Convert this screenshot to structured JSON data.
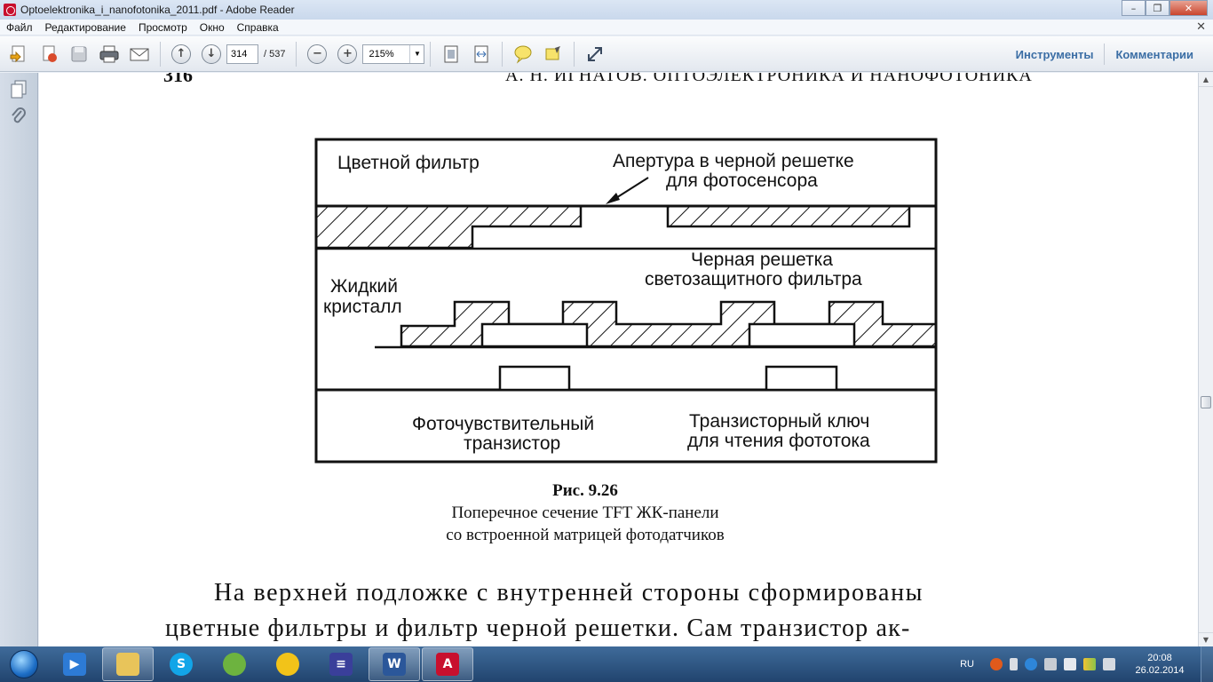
{
  "window": {
    "title": "Optoelektronika_i_nanofotonika_2011.pdf - Adobe Reader"
  },
  "menu": {
    "items": [
      "Файл",
      "Редактирование",
      "Просмотр",
      "Окно",
      "Справка"
    ]
  },
  "toolbar": {
    "page_current": "314",
    "page_total": "/  537",
    "zoom": "215%",
    "tools_link": "Инструменты",
    "comments_link": "Комментарии"
  },
  "document": {
    "running_head_number": "316",
    "running_head_title": "А. Н. ИГНАТОВ. ОПТОЭЛЕКТРОНИКА И НАНОФОТОНИКА",
    "figure_labels": {
      "color_filter": "Цветной фильтр",
      "aperture_line1": "Апертура в черной решетке",
      "aperture_line2": "для фотосенсора",
      "black_matrix_line1": "Черная решетка",
      "black_matrix_line2": "светозащитного фильтра",
      "liquid_crystal_line1": "Жидкий",
      "liquid_crystal_line2": "кристалл",
      "photo_transistor_line1": "Фоточувствительный",
      "photo_transistor_line2": "транзистор",
      "switch_transistor_line1": "Транзисторный ключ",
      "switch_transistor_line2": "для чтения фототока"
    },
    "caption_number": "Рис. 9.26",
    "caption_line1": "Поперечное сечение TFT ЖК-панели",
    "caption_line2": "со встроенной матрицей фотодатчиков",
    "body_line1": "На верхней подложке с внутренней стороны сформированы",
    "body_line2": "цветные фильтры и фильтр черной решетки. Сам транзистор ак-"
  },
  "taskbar": {
    "language": "RU",
    "time": "20:08",
    "date": "26.02.2014"
  },
  "colors": {
    "titlebar": "#c9d8ec",
    "taskbar": "#21446e",
    "link": "#3b6ea5",
    "acrobat_red": "#c8102e"
  }
}
